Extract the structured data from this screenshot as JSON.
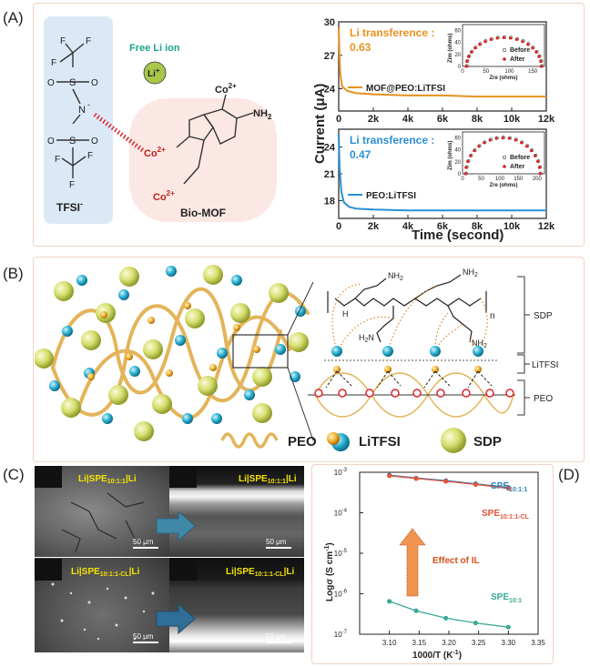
{
  "panel_labels": {
    "a": "(A)",
    "b": "(B)",
    "c": "(C)",
    "d": "(D)"
  },
  "panel_a": {
    "free_li_label": "Free Li ion",
    "li_ion": "Li",
    "li_charge": "+",
    "anion_label": "TFSI",
    "anion_charge": "-",
    "mof_label": "Bio-MOF",
    "co_label": "Co",
    "co_charge": "2+",
    "nh2": "NH",
    "nh2_sub": "2",
    "atoms": {
      "F": "F",
      "S": "S",
      "O": "O",
      "N": "N"
    }
  },
  "panel_a_chart": {
    "ylabel": "Current (μA)",
    "xlabel": "Time (second)",
    "x_ticks": [
      "0",
      "2k",
      "4k",
      "6k",
      "8k",
      "10k",
      "12k"
    ],
    "top": {
      "y_ticks": [
        "24",
        "27",
        "30"
      ],
      "transference_line1": "Li transference :",
      "transference_value": "0.63",
      "series_label": "MOF@PEO:LiTFSI",
      "color": "#e8911e"
    },
    "bottom": {
      "y_ticks": [
        "18",
        "21",
        "24"
      ],
      "transference_line1": "Li transference :",
      "transference_value": "0.47",
      "series_label": "PEO:LiTFSI",
      "color": "#2a8fd6"
    },
    "inset": {
      "ylabel": "Zim (ohms)",
      "xlabel": "Zre (ohms)",
      "top_x_ticks": [
        "0",
        "50",
        "100",
        "150"
      ],
      "bottom_x_ticks": [
        "0",
        "50",
        "100",
        "150",
        "200"
      ],
      "y_ticks": [
        "0",
        "20",
        "40",
        "60"
      ],
      "legend_before": "Before",
      "legend_after": "After"
    }
  },
  "chart_data": [
    {
      "type": "line",
      "title": "",
      "xlabel": "Time (second)",
      "ylabel": "Current (μA)",
      "xlim": [
        0,
        12000
      ],
      "ylim": [
        22,
        30
      ],
      "series": [
        {
          "name": "MOF@PEO:LiTFSI",
          "x": [
            0,
            80,
            200,
            500,
            1000,
            2000,
            4000,
            6000,
            8000,
            10000,
            12000
          ],
          "y": [
            29.5,
            25.5,
            24.2,
            23.8,
            23.6,
            23.5,
            23.4,
            23.4,
            23.3,
            23.3,
            23.3
          ]
        }
      ]
    },
    {
      "type": "line",
      "title": "",
      "xlabel": "Time (second)",
      "ylabel": "Current (μA)",
      "xlim": [
        0,
        12000
      ],
      "ylim": [
        16,
        26
      ],
      "series": [
        {
          "name": "PEO:LiTFSI",
          "x": [
            0,
            50,
            150,
            300,
            600,
            1000,
            2000,
            4000,
            6000,
            8000,
            10000,
            12000
          ],
          "y": [
            25.5,
            21.5,
            19.0,
            17.8,
            17.3,
            17.1,
            17.0,
            16.9,
            16.9,
            16.9,
            16.9,
            16.9
          ]
        }
      ]
    },
    {
      "type": "line",
      "title": "",
      "xlabel": "1000/T (K⁻¹)",
      "ylabel": "Logσ (S cm⁻¹)",
      "xlim": [
        3.05,
        3.35
      ],
      "ylim": [
        1e-07,
        0.001
      ],
      "y_scale": "log",
      "series": [
        {
          "name": "SPE10:1:1",
          "x": [
            3.1,
            3.145,
            3.195,
            3.245,
            3.3
          ],
          "y": [
            0.00085,
            0.00072,
            0.00062,
            0.00052,
            0.00042
          ]
        },
        {
          "name": "SPE10:1:1-CL",
          "x": [
            3.1,
            3.145,
            3.195,
            3.245,
            3.3
          ],
          "y": [
            0.00082,
            0.0007,
            0.0006,
            0.0005,
            0.0004
          ]
        },
        {
          "name": "SPE10:1",
          "x": [
            3.1,
            3.145,
            3.195,
            3.245,
            3.3
          ],
          "y": [
            6.5e-07,
            3.8e-07,
            2.5e-07,
            1.9e-07,
            1.5e-07
          ]
        }
      ]
    }
  ],
  "panel_b": {
    "sdp_bracket": "SDP",
    "litfsi_bracket": "LiTFSI",
    "peo_bracket": "PEO",
    "polymer_n": "n",
    "polymer_h": "H",
    "amine_nh2": "NH",
    "amine_h2n": "H",
    "amine_n": "N",
    "sub2": "2",
    "legend_peo": "PEO",
    "legend_litfsi": "LiTFSI",
    "legend_sdp": "SDP"
  },
  "panel_c": {
    "tl_label": "Li|SPE",
    "tl_sub": "10:1:1",
    "tl_tail": "|Li",
    "tr_label": "Li|SPE",
    "tr_sub": "10:1:1",
    "tr_tail": "|Li",
    "bl_label": "Li|SPE",
    "bl_sub": "10:1:1-CL",
    "bl_tail": "|Li",
    "br_label": "Li|SPE",
    "br_sub": "10:1:1-CL",
    "br_tail": "|Li",
    "scale": "50 μm"
  },
  "panel_d": {
    "ylabel": "Logσ (S cm",
    "ylabel_sup": "-1",
    "ylabel_tail": ")",
    "xlabel": "1000/T (K",
    "xlabel_sup": "-1",
    "xlabel_tail": ")",
    "x_ticks": [
      "3.10",
      "3.15",
      "3.20",
      "3.25",
      "3.30",
      "3.35"
    ],
    "y_ticks": [
      "10",
      "10",
      "10",
      "10",
      "10"
    ],
    "y_exps": [
      "-7",
      "-6",
      "-5",
      "-4",
      "-3"
    ],
    "series_top_label": "SPE",
    "series_top_sub": "10:1:1",
    "series_mid_label": "SPE",
    "series_mid_sub": "10:1:1-CL",
    "series_low_label": "SPE",
    "series_low_sub": "10:1",
    "annotation": "Effect of IL",
    "colors": {
      "top": "#2f7fb5",
      "mid": "#e4533b",
      "low": "#3aa99a"
    }
  }
}
